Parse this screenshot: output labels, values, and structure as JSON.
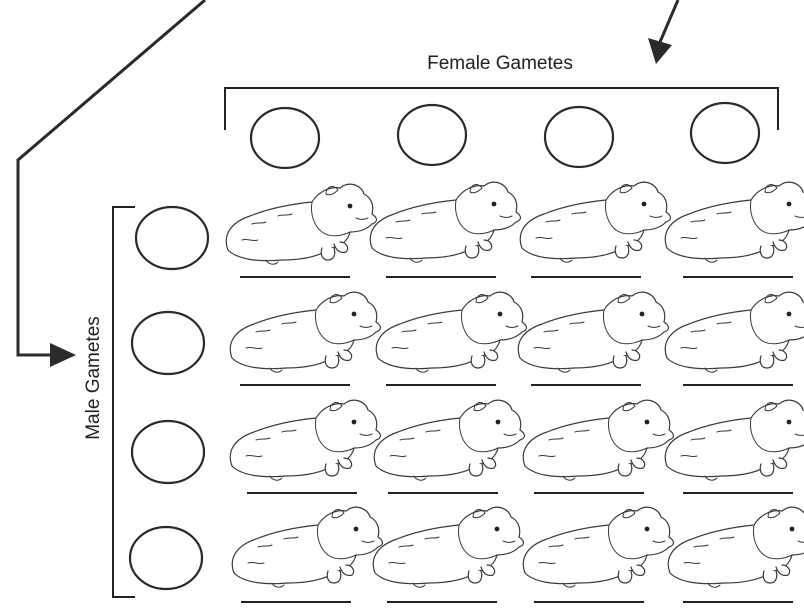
{
  "labels": {
    "female": "Female Gametes",
    "male": "Male Gametes"
  },
  "grid": {
    "rows": 4,
    "cols": 4
  },
  "icons": {
    "gamete": "empty-circle",
    "offspring": "guinea-pig-outline"
  }
}
